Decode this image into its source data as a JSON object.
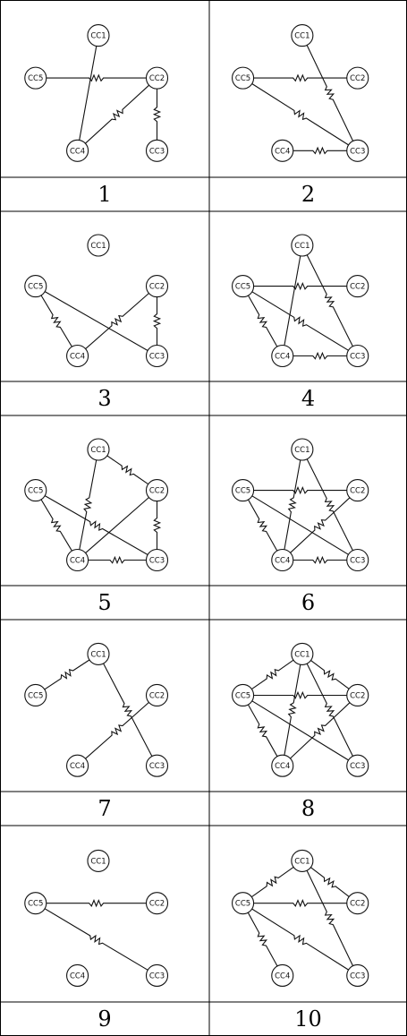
{
  "nodes": [
    "CC1",
    "CC2",
    "CC3",
    "CC4",
    "CC5"
  ],
  "panels": [
    {
      "label": "1",
      "edges": [
        [
          "CC1",
          "CC4",
          false
        ],
        [
          "CC5",
          "CC2",
          true
        ],
        [
          "CC4",
          "CC2",
          true
        ],
        [
          "CC2",
          "CC3",
          true
        ]
      ]
    },
    {
      "label": "2",
      "edges": [
        [
          "CC1",
          "CC3",
          true
        ],
        [
          "CC5",
          "CC2",
          true
        ],
        [
          "CC5",
          "CC3",
          true
        ],
        [
          "CC4",
          "CC3",
          true
        ]
      ]
    },
    {
      "label": "3",
      "edges": [
        [
          "CC5",
          "CC4",
          true
        ],
        [
          "CC5",
          "CC3",
          false
        ],
        [
          "CC2",
          "CC4",
          true
        ],
        [
          "CC2",
          "CC3",
          true
        ]
      ]
    },
    {
      "label": "4",
      "edges": [
        [
          "CC1",
          "CC4",
          false
        ],
        [
          "CC1",
          "CC3",
          true
        ],
        [
          "CC5",
          "CC2",
          true
        ],
        [
          "CC5",
          "CC4",
          true
        ],
        [
          "CC5",
          "CC3",
          true
        ],
        [
          "CC4",
          "CC3",
          true
        ]
      ]
    },
    {
      "label": "5",
      "edges": [
        [
          "CC1",
          "CC2",
          true
        ],
        [
          "CC1",
          "CC4",
          true
        ],
        [
          "CC5",
          "CC4",
          true
        ],
        [
          "CC5",
          "CC3",
          true
        ],
        [
          "CC2",
          "CC4",
          false
        ],
        [
          "CC2",
          "CC3",
          true
        ],
        [
          "CC4",
          "CC3",
          true
        ]
      ]
    },
    {
      "label": "6",
      "edges": [
        [
          "CC1",
          "CC4",
          true
        ],
        [
          "CC1",
          "CC3",
          true
        ],
        [
          "CC5",
          "CC2",
          true
        ],
        [
          "CC5",
          "CC4",
          true
        ],
        [
          "CC5",
          "CC3",
          false
        ],
        [
          "CC2",
          "CC4",
          true
        ],
        [
          "CC4",
          "CC3",
          true
        ]
      ]
    },
    {
      "label": "7",
      "edges": [
        [
          "CC1",
          "CC5",
          true
        ],
        [
          "CC1",
          "CC3",
          true
        ],
        [
          "CC2",
          "CC4",
          true
        ]
      ]
    },
    {
      "label": "8",
      "edges": [
        [
          "CC1",
          "CC5",
          true
        ],
        [
          "CC1",
          "CC2",
          true
        ],
        [
          "CC1",
          "CC4",
          true
        ],
        [
          "CC1",
          "CC3",
          true
        ],
        [
          "CC5",
          "CC2",
          true
        ],
        [
          "CC5",
          "CC4",
          true
        ],
        [
          "CC5",
          "CC3",
          false
        ],
        [
          "CC2",
          "CC4",
          true
        ]
      ]
    },
    {
      "label": "9",
      "edges": [
        [
          "CC5",
          "CC2",
          true
        ],
        [
          "CC5",
          "CC3",
          true
        ]
      ]
    },
    {
      "label": "10",
      "edges": [
        [
          "CC1",
          "CC5",
          true
        ],
        [
          "CC1",
          "CC2",
          true
        ],
        [
          "CC1",
          "CC3",
          true
        ],
        [
          "CC5",
          "CC2",
          true
        ],
        [
          "CC5",
          "CC4",
          true
        ],
        [
          "CC5",
          "CC3",
          true
        ]
      ]
    }
  ]
}
